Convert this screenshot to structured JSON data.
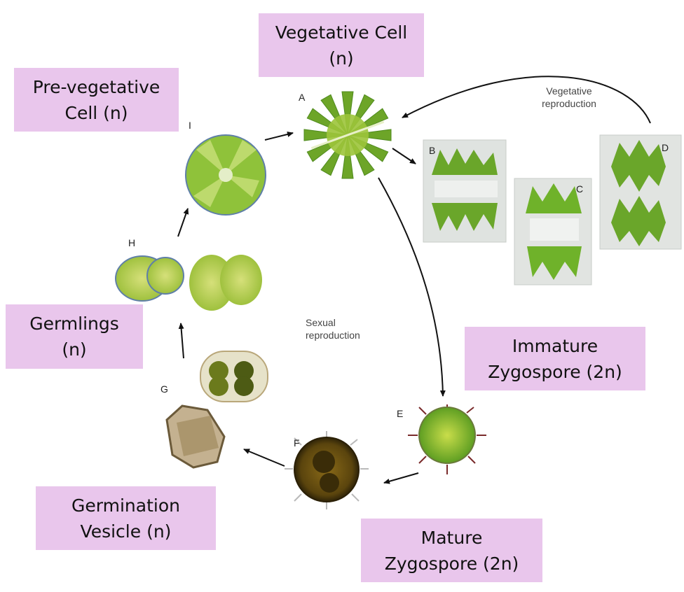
{
  "boxes": {
    "vegetative": {
      "line1": "Vegetative Cell",
      "line2": "(n)"
    },
    "pre_vegetative": {
      "line1": "Pre-vegetative",
      "line2": "Cell (n)"
    },
    "germlings": {
      "line1": "Germlings",
      "line2": "(n)"
    },
    "immature": {
      "line1": "Immature",
      "line2": "Zygospore (2n)"
    },
    "germination": {
      "line1": "Germination",
      "line2": "Vesicle (n)"
    },
    "mature": {
      "line1": "Mature",
      "line2": "Zygospore (2n)"
    }
  },
  "stage_letters": {
    "a": "A",
    "b": "B",
    "c": "C",
    "d": "D",
    "e": "E",
    "f": "F",
    "g": "G",
    "h": "H",
    "i": "I"
  },
  "annotations": {
    "vegetative_reproduction": {
      "line1": "Vegetative",
      "line2": "reproduction"
    },
    "sexual_reproduction": {
      "line1": "Sexual",
      "line2": "reproduction"
    }
  },
  "colors": {
    "label_box": "#e9c6ec",
    "cell_green": "#7fb82a",
    "zygospore_brown": "#6b5312"
  }
}
